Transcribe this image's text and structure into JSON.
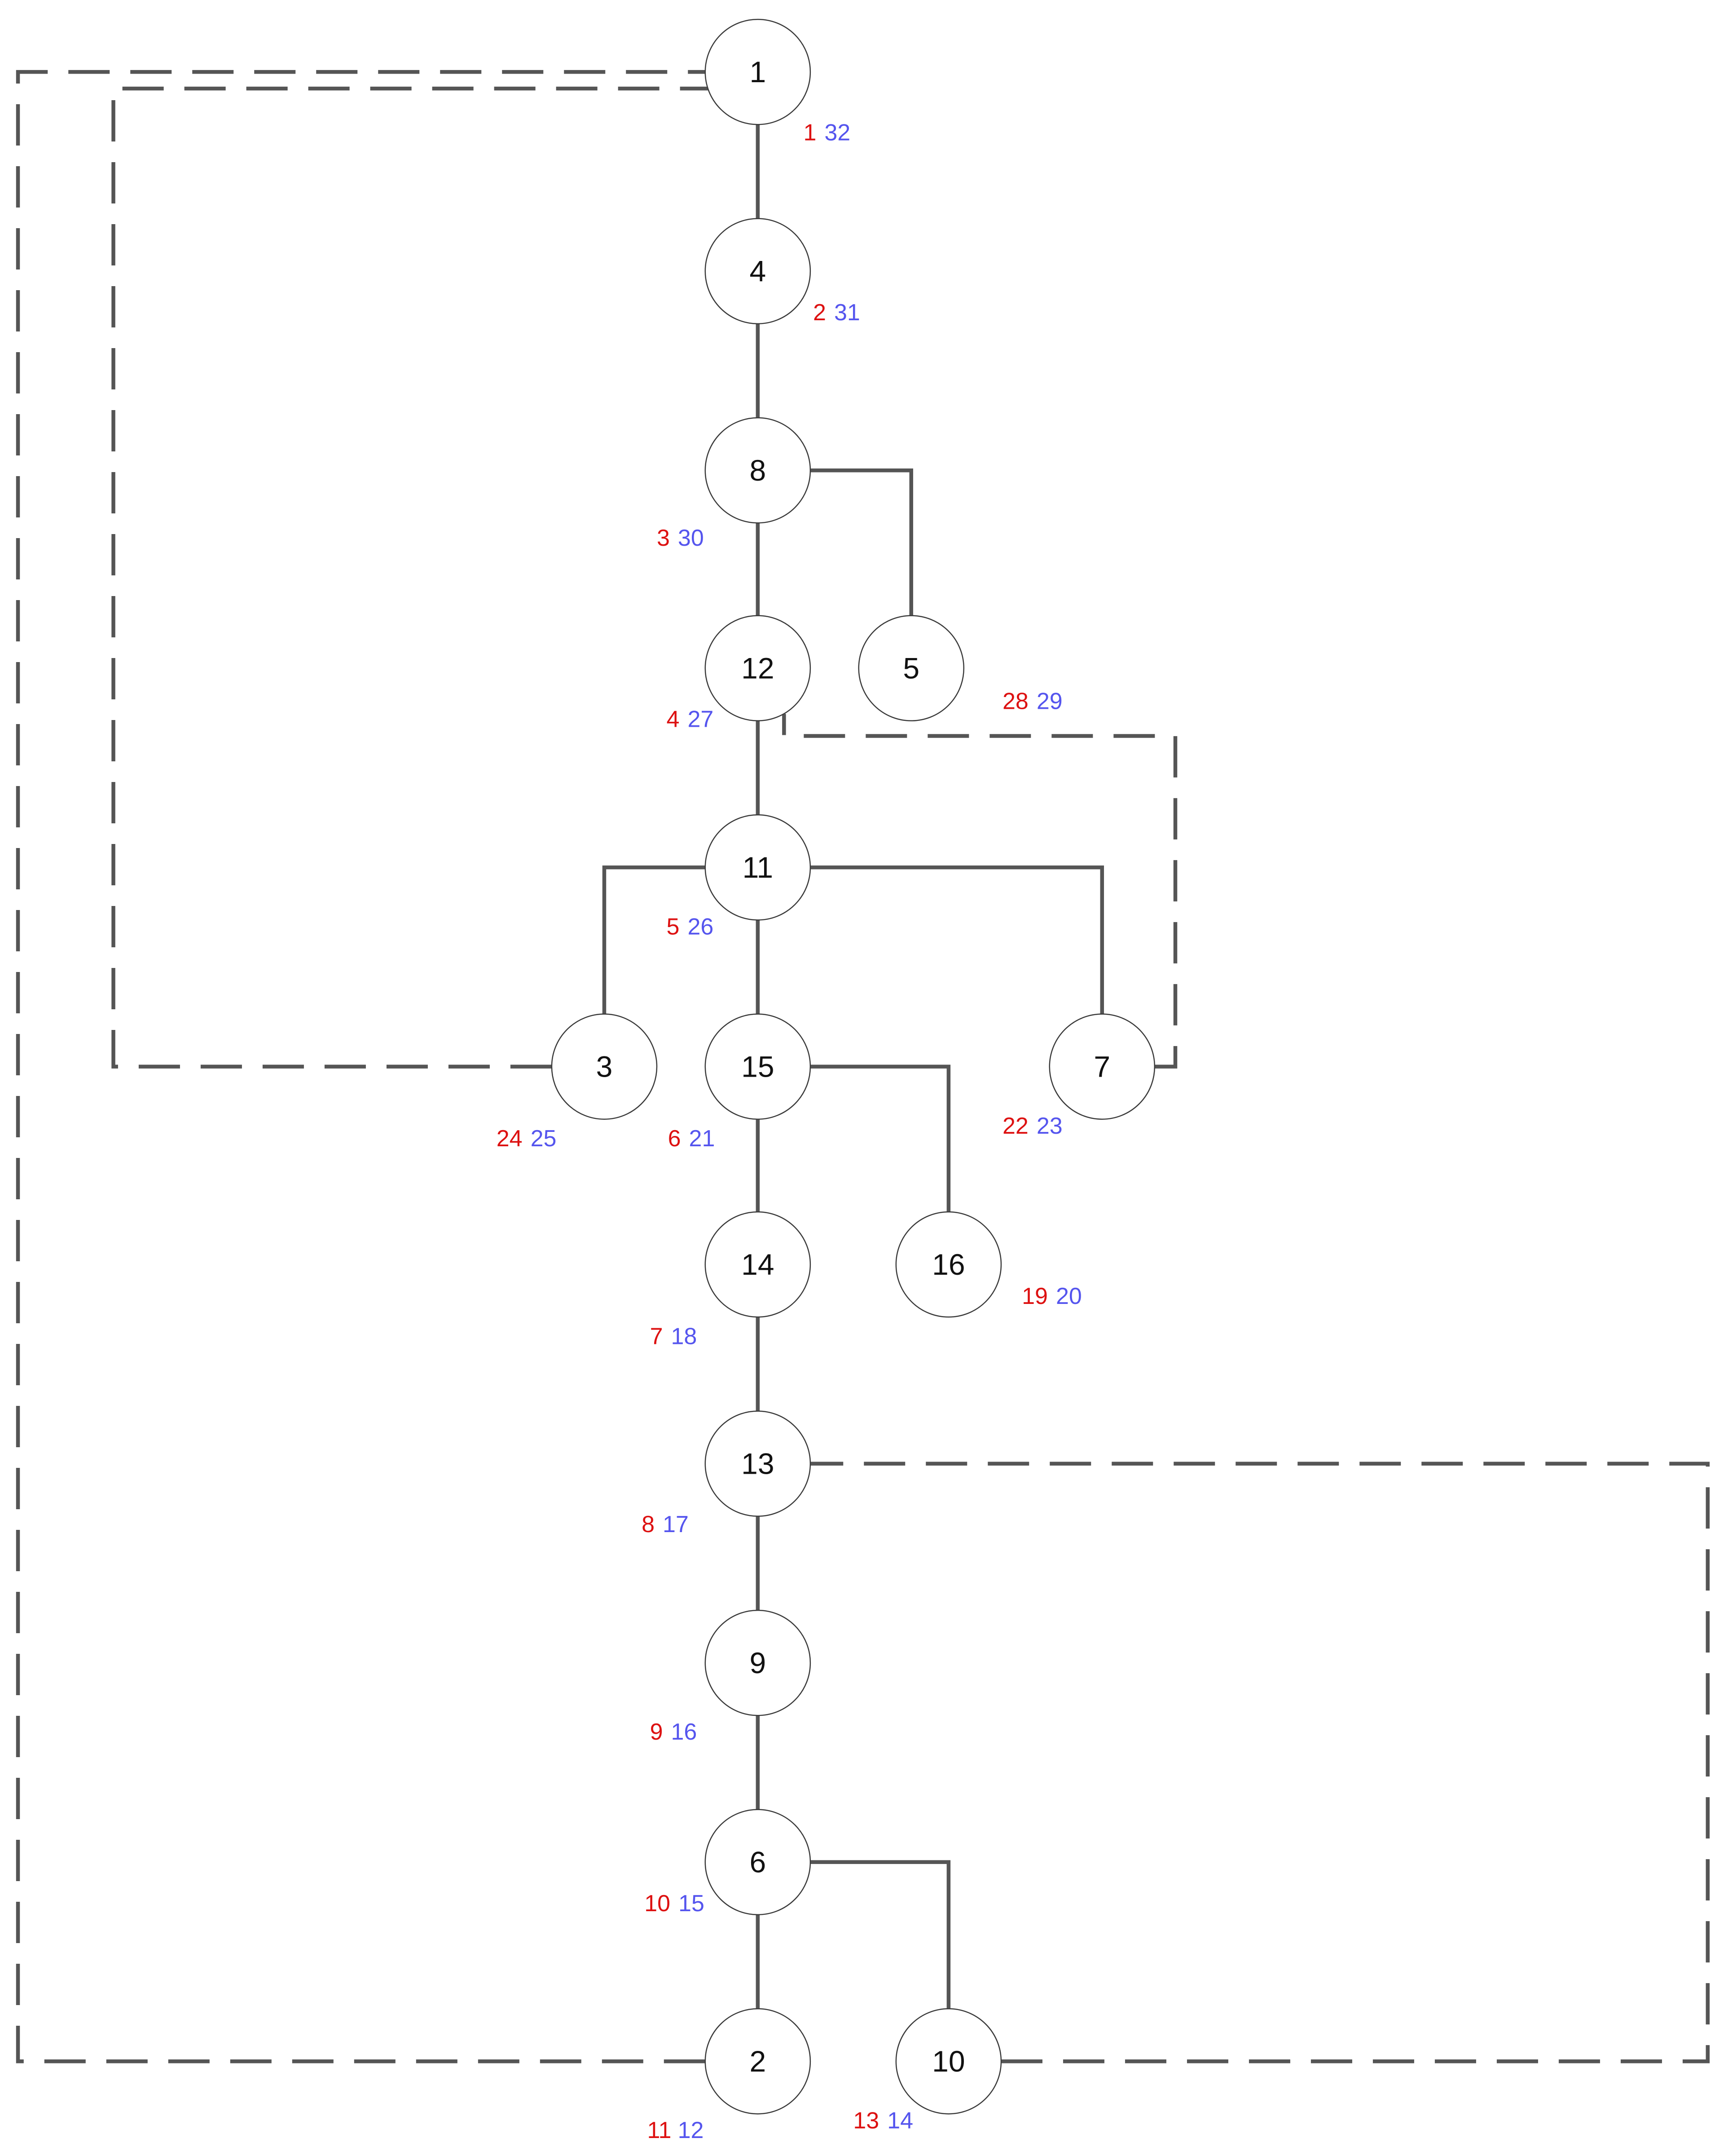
{
  "nodes": [
    {
      "id": "1",
      "label": "1",
      "pre": "1",
      "post": "32"
    },
    {
      "id": "4",
      "label": "4",
      "pre": "2",
      "post": "31"
    },
    {
      "id": "8",
      "label": "8",
      "pre": "3",
      "post": "30"
    },
    {
      "id": "12",
      "label": "12",
      "pre": "4",
      "post": "27"
    },
    {
      "id": "5",
      "label": "5",
      "pre": "28",
      "post": "29"
    },
    {
      "id": "11",
      "label": "11",
      "pre": "5",
      "post": "26"
    },
    {
      "id": "3",
      "label": "3",
      "pre": "24",
      "post": "25"
    },
    {
      "id": "15",
      "label": "15",
      "pre": "6",
      "post": "21"
    },
    {
      "id": "7",
      "label": "7",
      "pre": "22",
      "post": "23"
    },
    {
      "id": "14",
      "label": "14",
      "pre": "7",
      "post": "18"
    },
    {
      "id": "16",
      "label": "16",
      "pre": "19",
      "post": "20"
    },
    {
      "id": "13",
      "label": "13",
      "pre": "8",
      "post": "17"
    },
    {
      "id": "9",
      "label": "9",
      "pre": "9",
      "post": "16"
    },
    {
      "id": "6",
      "label": "6",
      "pre": "10",
      "post": "15"
    },
    {
      "id": "2",
      "label": "2",
      "pre": "11",
      "post": "12"
    },
    {
      "id": "10",
      "label": "10",
      "pre": "13",
      "post": "14"
    }
  ],
  "tree_edges": [
    [
      "1",
      "4"
    ],
    [
      "4",
      "8"
    ],
    [
      "8",
      "12"
    ],
    [
      "8",
      "5"
    ],
    [
      "12",
      "11"
    ],
    [
      "11",
      "3"
    ],
    [
      "11",
      "15"
    ],
    [
      "11",
      "7"
    ],
    [
      "15",
      "14"
    ],
    [
      "15",
      "16"
    ],
    [
      "14",
      "13"
    ],
    [
      "13",
      "9"
    ],
    [
      "9",
      "6"
    ],
    [
      "6",
      "2"
    ],
    [
      "6",
      "10"
    ]
  ],
  "back_edges": [
    [
      "2",
      "1"
    ],
    [
      "3",
      "1"
    ],
    [
      "7",
      "12"
    ],
    [
      "10",
      "13"
    ]
  ],
  "colors": {
    "pre_number": "#dd1111",
    "post_number": "#5555ee",
    "edge": "#555555",
    "node_border": "#3a3a3a"
  }
}
